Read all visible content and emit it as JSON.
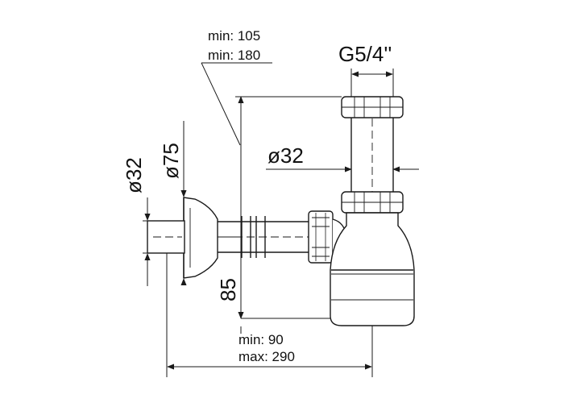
{
  "labels": {
    "top_min": "min: 105",
    "top_max": "min: 180",
    "thread": "G5/4''",
    "dia_pipe": "ø32",
    "dia_left": "ø32",
    "dia_flange": "ø75",
    "height": "85",
    "bottom_min": "min: 90",
    "bottom_max": "max: 290"
  },
  "colors": {
    "line": "#1a1a1a",
    "fill": "#ffffff"
  }
}
